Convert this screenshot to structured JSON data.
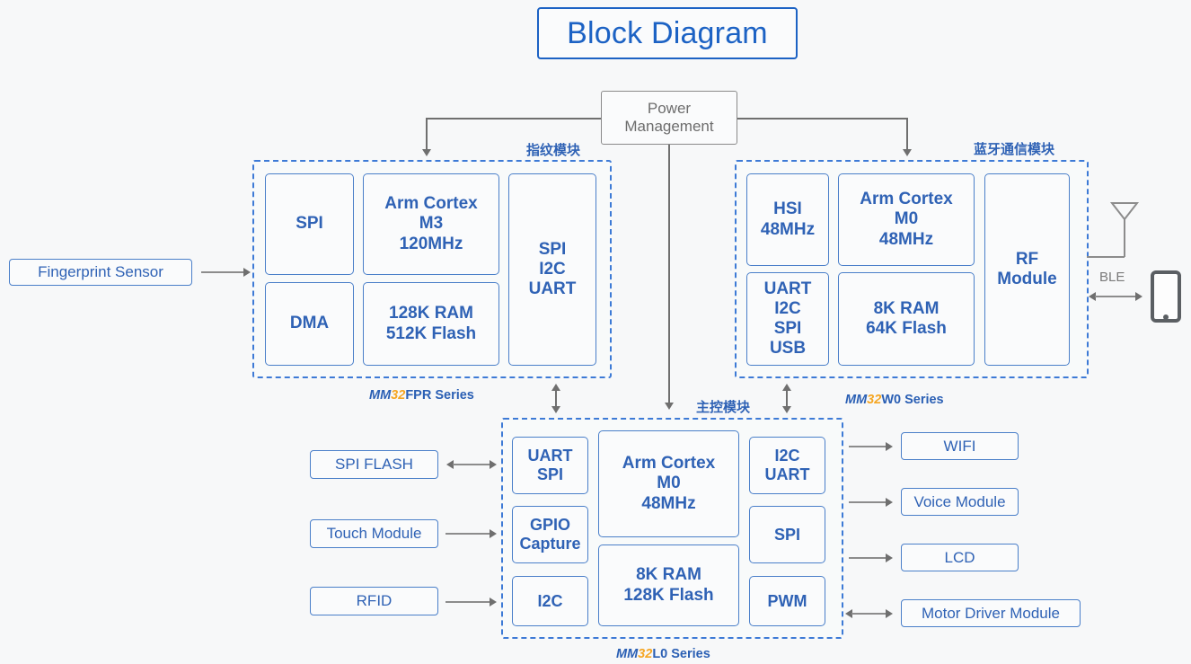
{
  "title": "Block Diagram",
  "power": {
    "label": "Power\nManagement",
    "line1": "Power",
    "line2": "Management"
  },
  "groups": {
    "fingerprint": {
      "cn_label": "指纹模块",
      "series_mm": "MM",
      "series_32": "32",
      "series_rest": "FPR Series",
      "blocks": {
        "spi": "SPI",
        "dma": "DMA",
        "core": "Arm Cortex\nM3\n120MHz",
        "core_l1": "Arm Cortex",
        "core_l2": "M3",
        "core_l3": "120MHz",
        "mem_l1": "128K RAM",
        "mem_l2": "512K Flash",
        "io_l1": "SPI",
        "io_l2": "I2C",
        "io_l3": "UART"
      }
    },
    "bluetooth": {
      "cn_label": "蓝牙通信模块",
      "series_mm": "MM",
      "series_32": "32",
      "series_rest": "W0 Series",
      "blocks": {
        "hsi_l1": "HSI",
        "hsi_l2": "48MHz",
        "io_l1": "UART",
        "io_l2": "I2C",
        "io_l3": "SPI",
        "io_l4": "USB",
        "core_l1": "Arm Cortex",
        "core_l2": "M0",
        "core_l3": "48MHz",
        "mem_l1": "8K RAM",
        "mem_l2": "64K Flash",
        "rf_l1": "RF",
        "rf_l2": "Module"
      }
    },
    "main": {
      "cn_label": "主控模块",
      "series_mm": "MM",
      "series_32": "32",
      "series_rest": "L0 Series",
      "blocks": {
        "uartspi_l1": "UART",
        "uartspi_l2": "SPI",
        "gpio_l1": "GPIO",
        "gpio_l2": "Capture",
        "i2c": "I2C",
        "core_l1": "Arm Cortex",
        "core_l2": "M0",
        "core_l3": "48MHz",
        "mem_l1": "8K RAM",
        "mem_l2": "128K Flash",
        "i2cuart_l1": "I2C",
        "i2cuart_l2": "UART",
        "spi": "SPI",
        "pwm": "PWM"
      }
    }
  },
  "peripherals": {
    "fingerprint_sensor": "Fingerprint Sensor",
    "spi_flash": "SPI FLASH",
    "touch_module": "Touch Module",
    "rfid": "RFID",
    "wifi": "WIFI",
    "voice_module": "Voice Module",
    "lcd": "LCD",
    "motor_driver": "Motor Driver Module"
  },
  "radio": {
    "ble_label": "BLE"
  },
  "colors": {
    "accent_blue": "#2f62b5",
    "border_blue": "#4a7fc9",
    "dashed_blue": "#3d7ad6",
    "orange": "#f5a623",
    "gray_line": "#8c8c8c",
    "background": "#f7f8f9"
  }
}
